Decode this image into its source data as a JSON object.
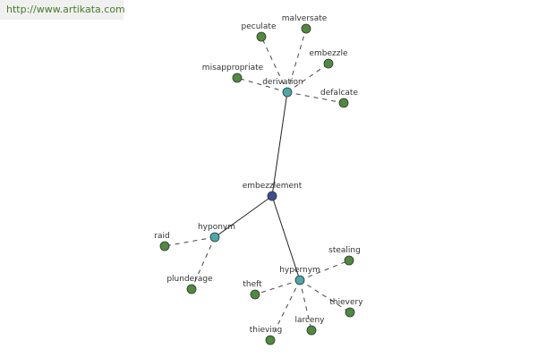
{
  "watermark": {
    "text": "http://www.artikata.com"
  },
  "colors": {
    "root_node": "#3a4f8f",
    "hub_node": "#4aa8a8",
    "leaf_node": "#4f8a3e",
    "node_stroke": "#333333",
    "solid_edge": "#222222",
    "dashed_edge": "#444444",
    "label": "#333333"
  },
  "graph": {
    "root": {
      "id": "embezzlement",
      "label": "embezzlement"
    },
    "hubs": [
      {
        "id": "derivation",
        "label": "derivation",
        "leaves": [
          "peculate",
          "malversate",
          "embezzle",
          "misappropriate",
          "defalcate"
        ]
      },
      {
        "id": "hyponym",
        "label": "hyponym",
        "leaves": [
          "raid",
          "plunderage"
        ]
      },
      {
        "id": "hypernym",
        "label": "hypernym",
        "leaves": [
          "stealing",
          "theft",
          "thievery",
          "thieving",
          "larceny"
        ]
      }
    ]
  }
}
